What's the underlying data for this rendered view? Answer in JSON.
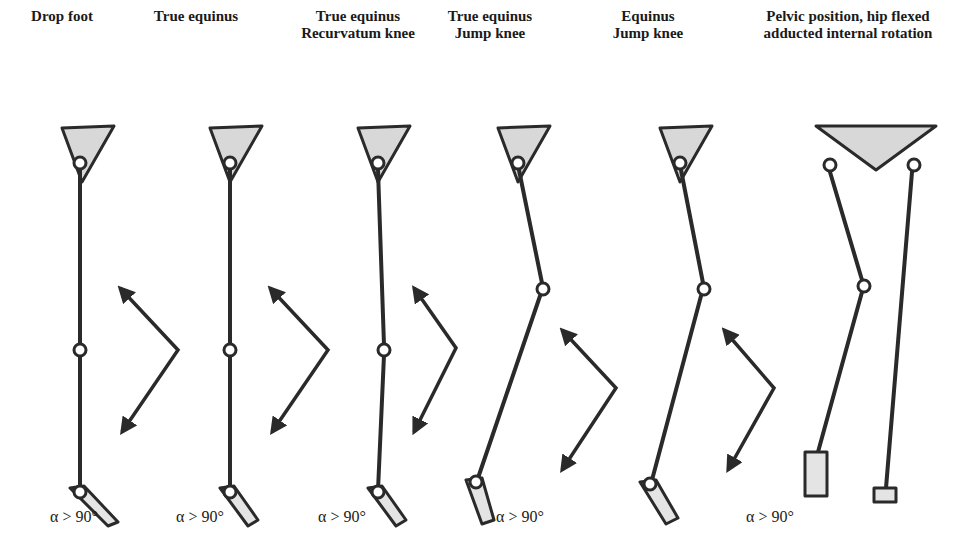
{
  "diagram": {
    "labels": [
      "Drop foot",
      "True equinus",
      "True equinus Recurvatum knee",
      "True equinus Jump knee",
      "Equinus Jump knee",
      "Pelvic position, hip flexed adducted internal rotation",
      "α > 90°",
      "α > 90°",
      "α > 90°",
      "α > 90°",
      "α > 90°"
    ]
  }
}
